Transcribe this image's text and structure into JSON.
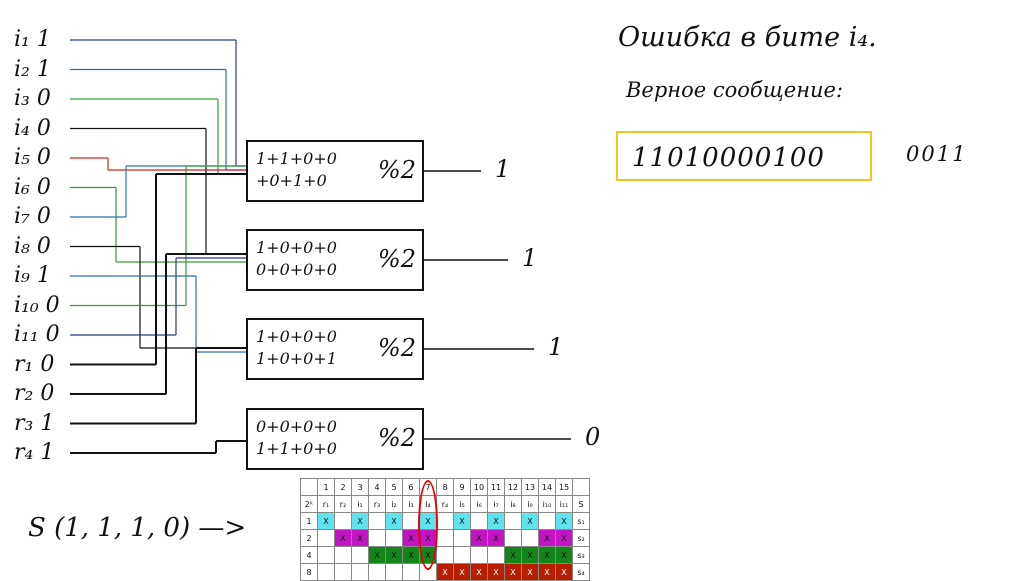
{
  "bits": [
    {
      "name": "i₁",
      "value": "1",
      "color": "#2b3a88"
    },
    {
      "name": "i₂",
      "value": "1",
      "color": "#2f6fb0"
    },
    {
      "name": "i₃",
      "value": "0",
      "color": "#3a9a3a"
    },
    {
      "name": "i₄",
      "value": "0",
      "color": "#111111"
    },
    {
      "name": "i₅",
      "value": "0",
      "color": "#d02020"
    },
    {
      "name": "i₆",
      "value": "0",
      "color": "#3a9a3a"
    },
    {
      "name": "i₇",
      "value": "0",
      "color": "#2f6fb0"
    },
    {
      "name": "i₈",
      "value": "0",
      "color": "#111111"
    },
    {
      "name": "i₉",
      "value": "1",
      "color": "#2f6fb0"
    },
    {
      "name": "i₁₀",
      "value": "0",
      "color": "#3a9a3a"
    },
    {
      "name": "i₁₁",
      "value": "0",
      "color": "#2b3a88"
    },
    {
      "name": "r₁",
      "value": "0",
      "color": "#111111"
    },
    {
      "name": "r₂",
      "value": "0",
      "color": "#111111"
    },
    {
      "name": "r₃",
      "value": "1",
      "color": "#111111"
    },
    {
      "name": "r₄",
      "value": "1",
      "color": "#111111"
    }
  ],
  "boxes": [
    {
      "line1": "1+1+0+0",
      "line2": "+0+1+0",
      "mod": "%2",
      "result": "1"
    },
    {
      "line1": "1+0+0+0",
      "line2": "0+0+0+0",
      "mod": "%2",
      "result": "1"
    },
    {
      "line1": "1+0+0+0",
      "line2": "1+0+0+1",
      "mod": "%2",
      "result": "1"
    },
    {
      "line1": "0+0+0+0",
      "line2": "1+1+0+0",
      "mod": "%2",
      "result": "0"
    }
  ],
  "error_title": "Ошибка в бите i₄.",
  "correct_label": "Верное сообщение:",
  "correct_message": "11010000100",
  "parity_code": "0011",
  "syndrome": "S (1, 1, 1, 0) —>",
  "table": {
    "header": [
      "",
      "1",
      "2",
      "3",
      "4",
      "5",
      "6",
      "7",
      "8",
      "9",
      "10",
      "11",
      "12",
      "13",
      "14",
      "15",
      ""
    ],
    "labels": [
      "2ᵏ",
      "r₁",
      "r₂",
      "i₁",
      "r₃",
      "i₂",
      "i₃",
      "i₄",
      "r₄",
      "i₅",
      "i₆",
      "i₇",
      "i₈",
      "i₉",
      "i₁₀",
      "i₁₁",
      "S"
    ],
    "rows": [
      {
        "k": "1",
        "marks": [
          1,
          3,
          5,
          7,
          9,
          11,
          13,
          15
        ],
        "s": "s₁",
        "cls": "c0"
      },
      {
        "k": "2",
        "marks": [
          2,
          3,
          6,
          7,
          10,
          11,
          14,
          15
        ],
        "s": "s₂",
        "cls": "c1"
      },
      {
        "k": "4",
        "marks": [
          4,
          5,
          6,
          7,
          12,
          13,
          14,
          15
        ],
        "s": "s₃",
        "cls": "c2"
      },
      {
        "k": "8",
        "marks": [
          8,
          9,
          10,
          11,
          12,
          13,
          14,
          15
        ],
        "s": "s₄",
        "cls": "c3"
      }
    ],
    "mark": "X"
  }
}
